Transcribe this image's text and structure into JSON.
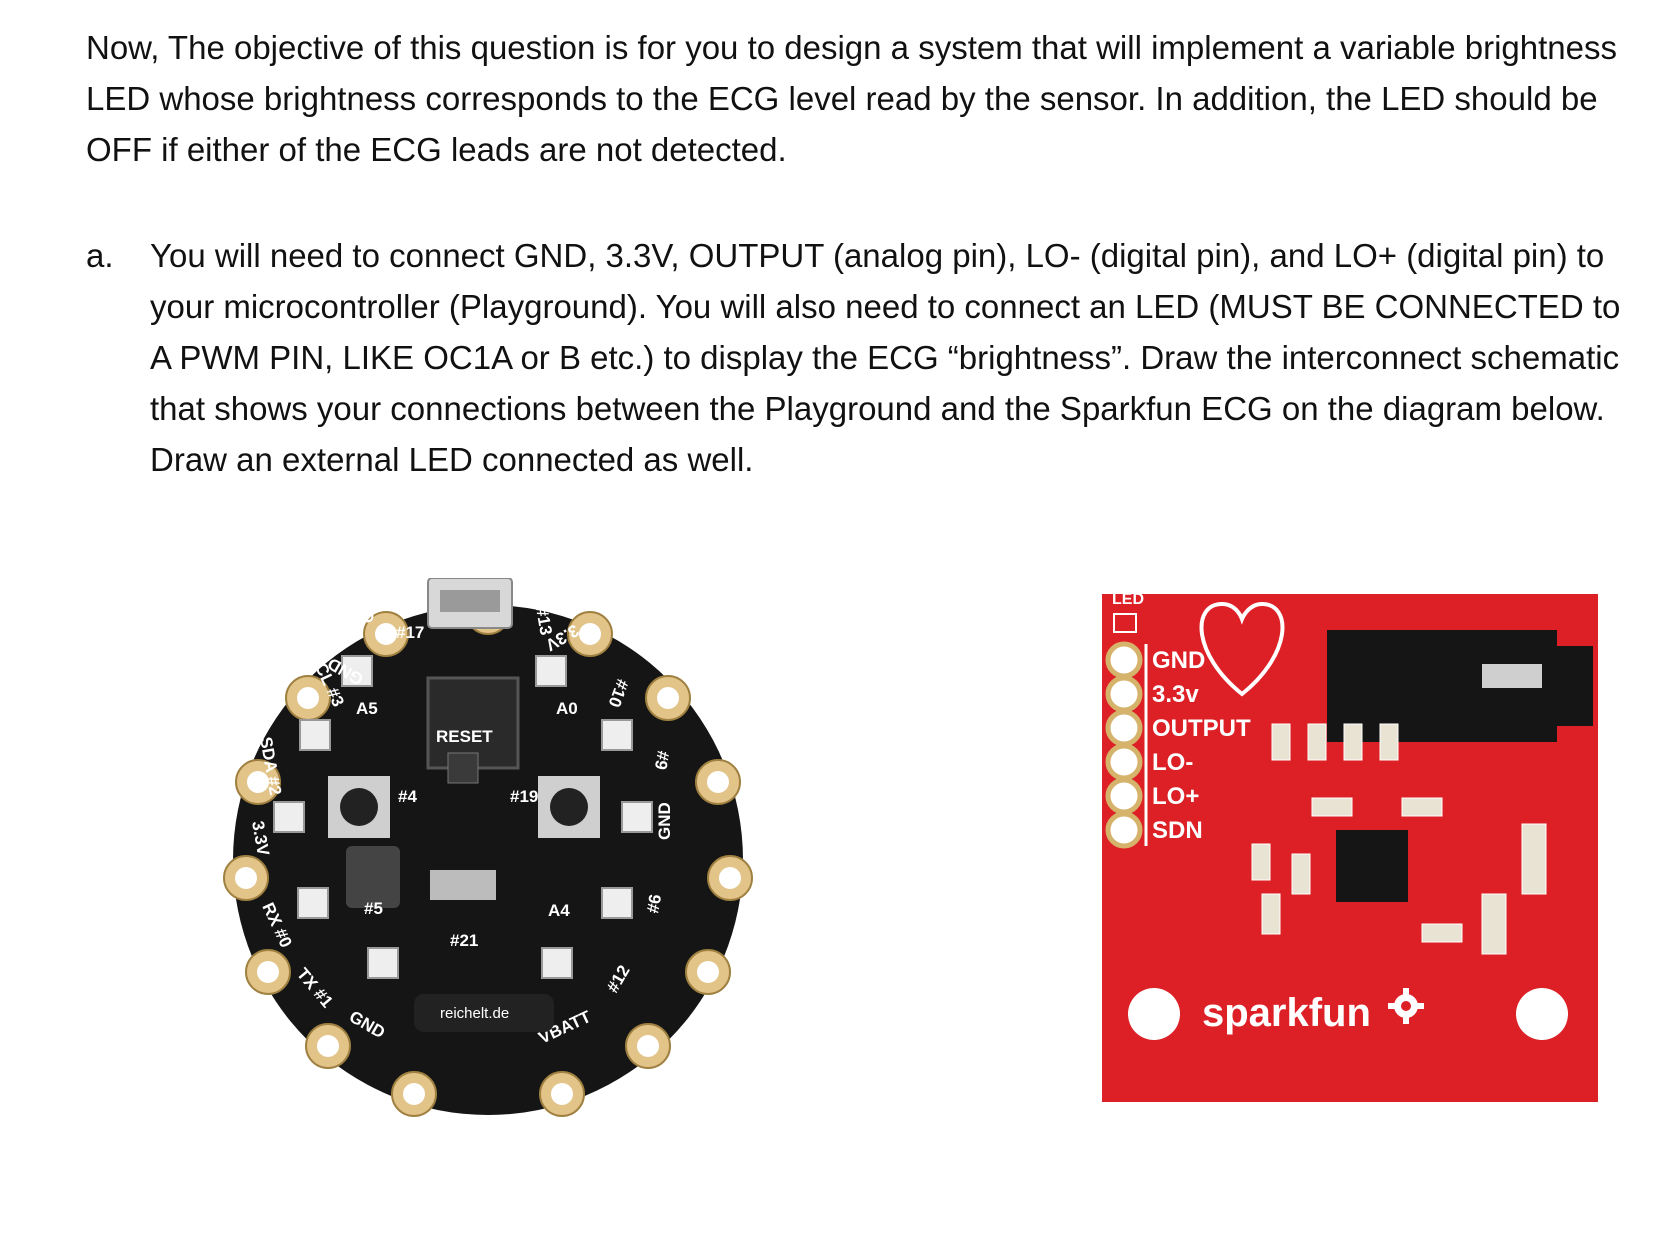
{
  "intro": "Now, The objective of this question is for you to design a system that will implement a variable brightness LED whose brightness corresponds to the ECG level read by the sensor.  In addition, the LED should be OFF if either of the ECG leads are not detected.",
  "item_a": {
    "marker": "a.",
    "text": "You will need to connect GND, 3.3V, OUTPUT (analog pin), LO- (digital pin), and LO+ (digital pin) to your microcontroller (Playground).  You will also need to connect an LED (MUST BE CONNECTED to A PWM PIN, LIKE OC1A or B etc.) to display the ECG “brightness”.  Draw the interconnect schematic that shows your connections between the Playground and the Sparkfun ECG on the diagram below.  Draw an external LED connected as well."
  },
  "playground": {
    "labels": {
      "on": "On",
      "p13": "#13",
      "p17": "#17",
      "gnd_top": "GND",
      "v33_top": "3.3V",
      "scl": "SCL #3",
      "sda": "SDA #2",
      "v33_left": "3.3V",
      "rx": "RX #0",
      "tx": "TX #1",
      "gnd_bottom": "GND",
      "vbatt": "VBATT",
      "p10": "#10",
      "p9": "#9",
      "gnd_right": "GND",
      "p6": "#6",
      "p12": "#12",
      "a5": "A5",
      "a0": "A0",
      "reset": "RESET",
      "p4": "#4",
      "p19": "#19",
      "p5": "#5",
      "a4": "A4",
      "p21": "#21",
      "watermark": "reichelt.de"
    }
  },
  "ecg_board": {
    "led_label": "LED",
    "pins": [
      "GND",
      "3.3v",
      "OUTPUT",
      "LO-",
      "LO+",
      "SDN"
    ],
    "brand": "sparkfun",
    "colors": {
      "board": "#dd1f26",
      "silk": "#ffffff",
      "pcb_dark": "#141414",
      "gold": "#d6b36a"
    }
  }
}
